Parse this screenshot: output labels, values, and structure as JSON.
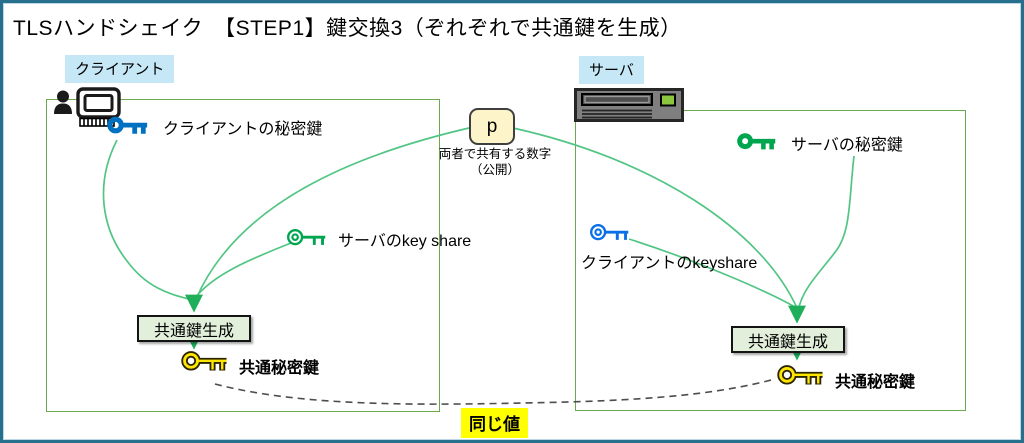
{
  "title": "TLSハンドシェイク　【STEP1】鍵交換3（ぞれぞれで共通鍵を生成）",
  "client": {
    "label": "クライアント",
    "private_key_label": "クライアントの秘密鍵",
    "received_key_share_label": "サーバのkey share",
    "keygen_label": "共通鍵生成",
    "shared_secret_label": "共通秘密鍵"
  },
  "server": {
    "label": "サーバ",
    "private_key_label": "サーバの秘密鍵",
    "received_key_share_label": "クライアントのkeyshare",
    "keygen_label": "共通鍵生成",
    "shared_secret_label": "共通秘密鍵"
  },
  "shared_number": {
    "symbol": "p",
    "desc_line1": "両者で共有する数字",
    "desc_line2": "（公開）"
  },
  "footer": {
    "same_value_label": "同じ値"
  },
  "colors": {
    "frame_border": "#26708E",
    "area_border_green": "#6BA84E",
    "flow_green": "#52C584",
    "arrow_green": "#1FAF5B",
    "actor_label_bg": "#C5E7F6",
    "keygen_fill": "#E2EFDA",
    "p_box_fill": "#FDF5C9",
    "highlight_yellow": "#FFFF00",
    "client_key_blue": "#0070C0",
    "server_key_green": "#00A550",
    "shared_key_gold": "#FFE600",
    "dashed_gray": "#4D4D4D"
  }
}
